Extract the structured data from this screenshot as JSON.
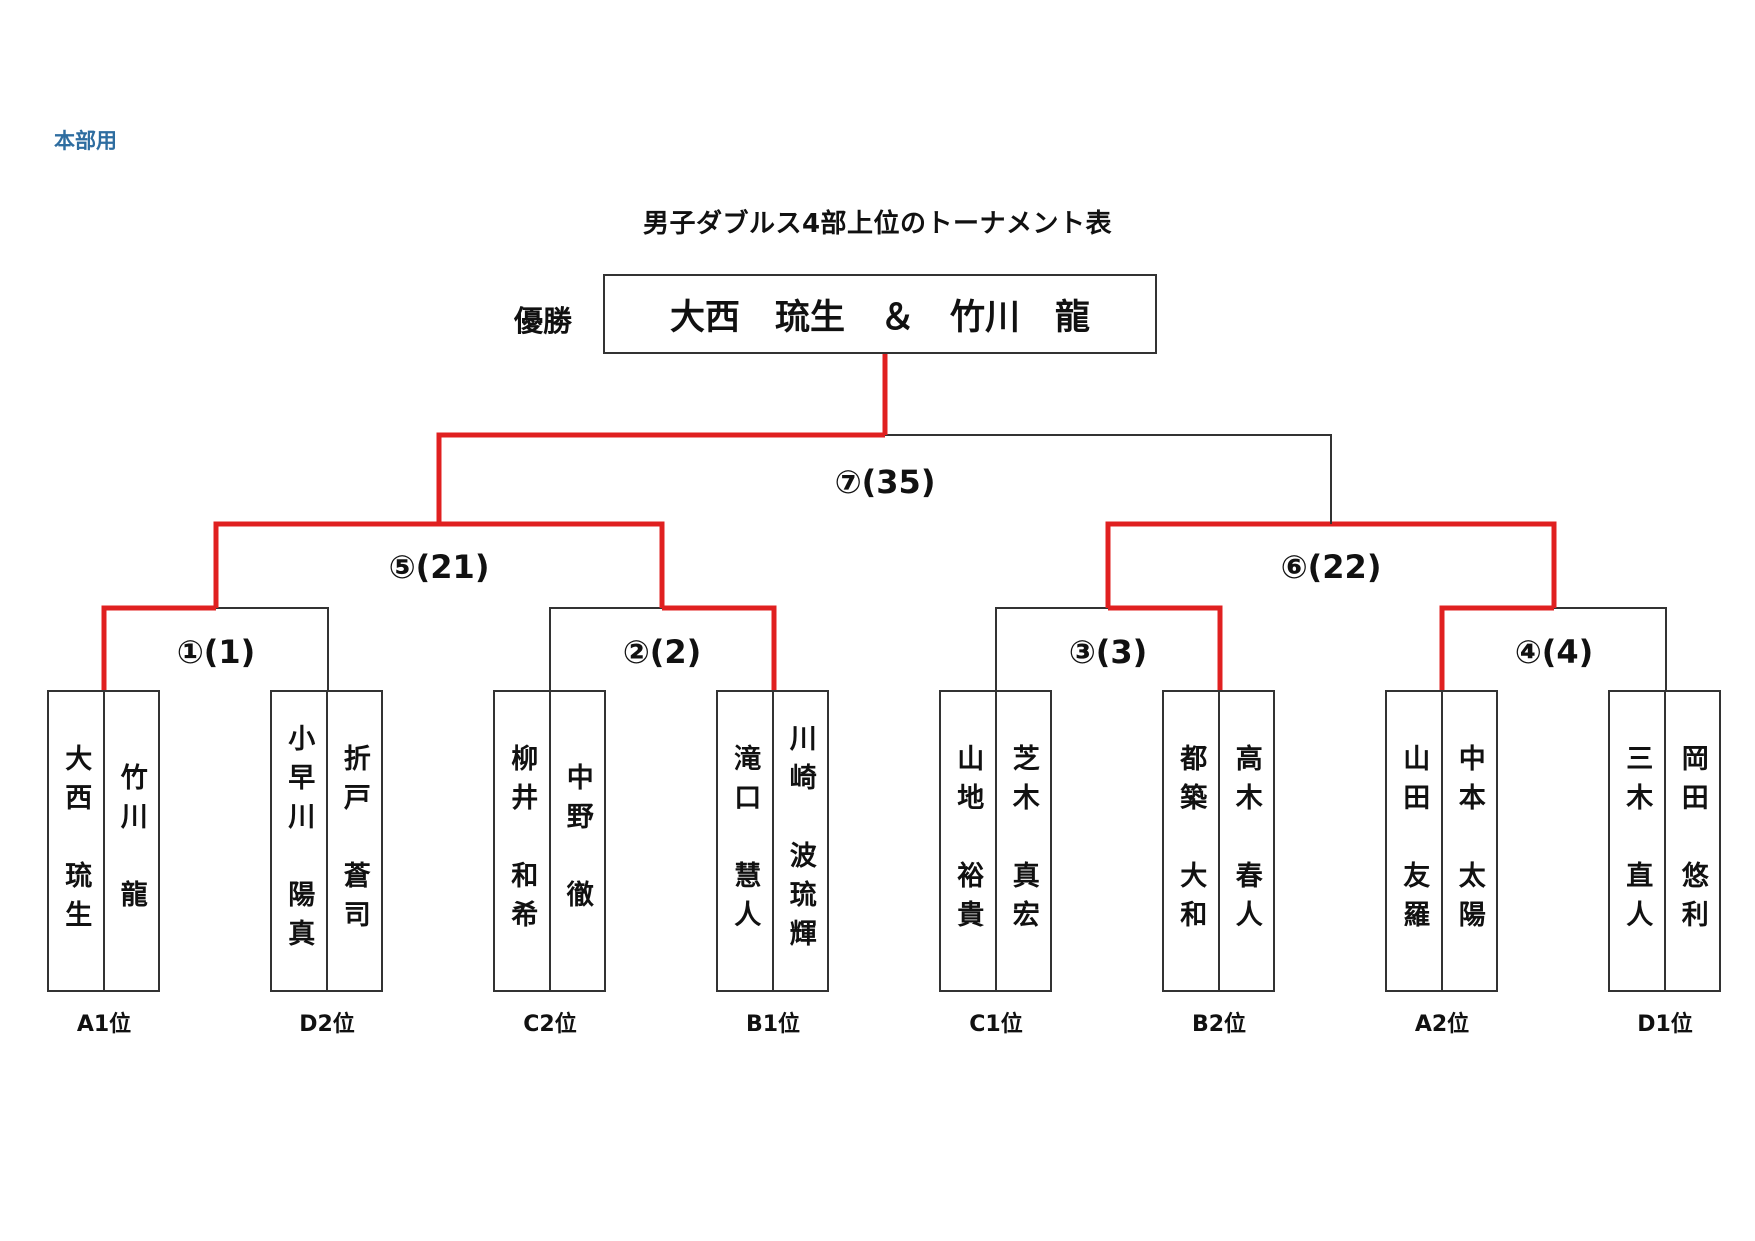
{
  "header": {
    "tag": "本部用",
    "title": "男子ダブルス4部上位のトーナメント表"
  },
  "champion": {
    "label": "優勝",
    "names": "大西　琉生　＆　竹川　龍"
  },
  "matches": {
    "m1": "①(1)",
    "m2": "②(2)",
    "m3": "③(3)",
    "m4": "④(4)",
    "m5": "⑤(21)",
    "m6": "⑥(22)",
    "m7": "⑦(35)"
  },
  "pairs": [
    {
      "seed": "A1位",
      "p1": "大西　琉生",
      "p2": "竹川　龍"
    },
    {
      "seed": "D2位",
      "p1": "小早川　陽真",
      "p2": "折戸　蒼司"
    },
    {
      "seed": "C2位",
      "p1": "柳井　和希",
      "p2": "中野　徹"
    },
    {
      "seed": "B1位",
      "p1": "滝口　慧人",
      "p2": "川崎　波琉輝"
    },
    {
      "seed": "C1位",
      "p1": "山地　裕貴",
      "p2": "芝木　真宏"
    },
    {
      "seed": "B2位",
      "p1": "都築　大和",
      "p2": "高木　春人"
    },
    {
      "seed": "A2位",
      "p1": "山田　友羅",
      "p2": "中本　太陽"
    },
    {
      "seed": "D1位",
      "p1": "三木　直人",
      "p2": "岡田　悠利"
    }
  ],
  "colors": {
    "winner_line": "#e02020",
    "normal_line": "#333333",
    "header_tag": "#2e6da0"
  }
}
